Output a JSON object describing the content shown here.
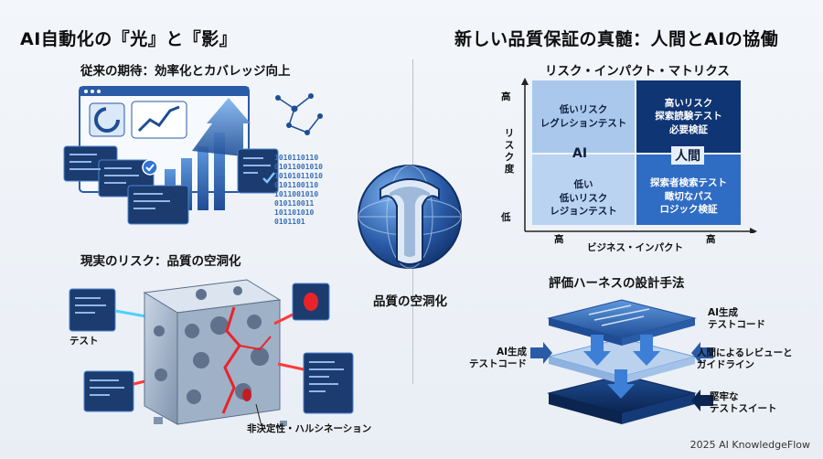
{
  "left": {
    "title": "AI自動化の『光』と『影』",
    "section1_title": "従来の期待：効率化とカバレッジ向上",
    "section2_title": "現実のリスク：品質の空洞化",
    "test_label": "テスト",
    "nondeterminism_label": "非決定性・ハルシネーション",
    "binary_lines": [
      "1010110110",
      "01011001010",
      "10101011010",
      "0101100110",
      "1011001010",
      "010110011",
      "101101010",
      "0101101"
    ]
  },
  "center": {
    "label": "品質の空洞化"
  },
  "right": {
    "title": "新しい品質保証の真髄：人間とAIの協働",
    "matrix": {
      "title": "リスク・インパクト・マトリクス",
      "y_high": "高",
      "y_low": "低",
      "y_label": "リスク度",
      "x_low": "高",
      "x_high": "高",
      "x_label": "ビジネス・インパクト",
      "tl": [
        "低いリスク",
        "レグレションテスト"
      ],
      "tl_tag": "AI",
      "tr": [
        "高いリスク",
        "探索読験テスト",
        "必要検証"
      ],
      "tr_tag": "人間",
      "bl": [
        "低い",
        "低いリスク",
        "レジョンテスト"
      ],
      "br": [
        "探索者検索テスト",
        "瞰切なパス",
        "ロジック検証"
      ],
      "colors": {
        "light": "#a9c8ec",
        "mid": "#4c86d4",
        "dark": "#0f3574"
      }
    },
    "harness": {
      "title": "評価ハーネスの設計手法",
      "left_label": [
        "AI生成",
        "テストコード"
      ],
      "right1": [
        "AI生成",
        "テストコード"
      ],
      "right2": [
        "人間によるレビューと",
        "ガイドライン"
      ],
      "right3": [
        "堅牢な",
        "テストスイート"
      ]
    }
  },
  "footer": "2025 AI KnowledgeFlow"
}
